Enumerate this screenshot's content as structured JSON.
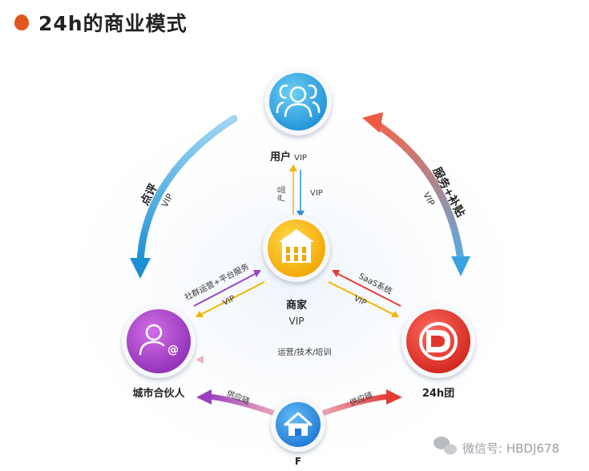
{
  "title": "24h的商业模式",
  "nodes": {
    "user": {
      "label": "用户",
      "badge": "VIP"
    },
    "merchant": {
      "label": "商家",
      "badge": "VIP"
    },
    "partner": {
      "label": "城市合伙人"
    },
    "company": {
      "label": "24h团"
    },
    "factory": {
      "label": "F"
    }
  },
  "edges": {
    "user_to_partner": {
      "label": "点评",
      "badge": "VIP"
    },
    "company_to_user": {
      "label": "服务+补贴",
      "badge": "VIP"
    },
    "merchant_to_user": {
      "label": "产品"
    },
    "user_to_merchant": {
      "label": "VIP"
    },
    "partner_to_merchant": {
      "label": "社群运营+平台服务"
    },
    "merchant_to_partner": {
      "label": "VIP"
    },
    "company_to_merchant": {
      "label": "SaaS系统"
    },
    "merchant_to_company": {
      "label": "VIP"
    },
    "company_to_partner": {
      "label": "运营/技术/培训"
    },
    "factory_to_partner": {
      "label": "供应链"
    },
    "factory_to_company": {
      "label": "供应链"
    }
  },
  "watermark": {
    "text": "微信号: HBDJ678",
    "icon": "wechat-icon"
  },
  "colors": {
    "title_dot": "#e2561f",
    "user": "#2ea7e0",
    "merchant": "#f5b400",
    "partner": "#a23fc4",
    "company": "#e63b2e",
    "factory": "#2f8fe0"
  }
}
